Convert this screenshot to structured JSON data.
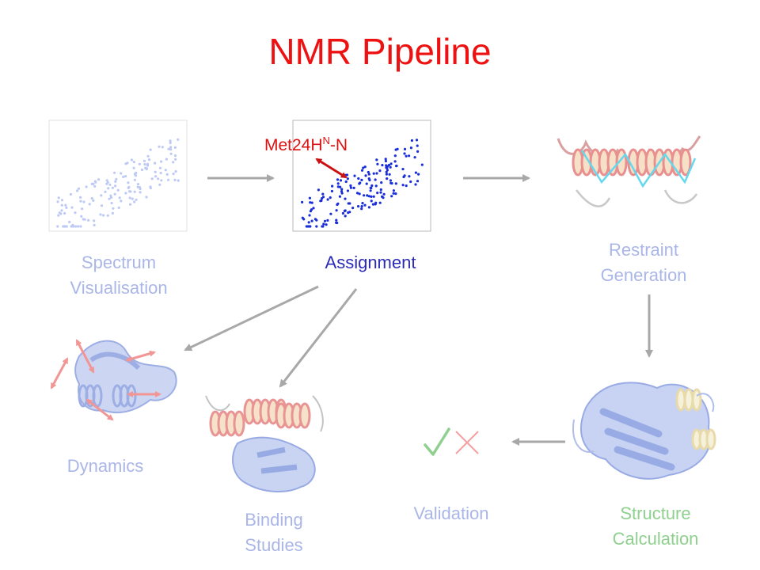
{
  "title": "NMR Pipeline",
  "stages": {
    "spectrum": {
      "line1": "Spectrum",
      "line2": "Visualisation"
    },
    "assignment": {
      "label": "Assignment"
    },
    "restraint": {
      "line1": "Restraint",
      "line2": "Generation"
    },
    "dynamics": {
      "label": "Dynamics"
    },
    "binding": {
      "line1": "Binding",
      "line2": "Studies"
    },
    "validation": {
      "label": "Validation"
    },
    "structure": {
      "line1": "Structure",
      "line2": "Calculation"
    }
  },
  "annotation": {
    "prefix": "Met24H",
    "superscript": "N",
    "suffix": "-N"
  },
  "colors": {
    "title": "#ee1111",
    "faded": "#aab6e8",
    "active": "#2b2bb8",
    "green": "#8fd08f",
    "arrow": "#a8a8a8",
    "annotation": "#dd1111"
  },
  "icons": {
    "check": "check-icon",
    "cross": "cross-icon"
  }
}
